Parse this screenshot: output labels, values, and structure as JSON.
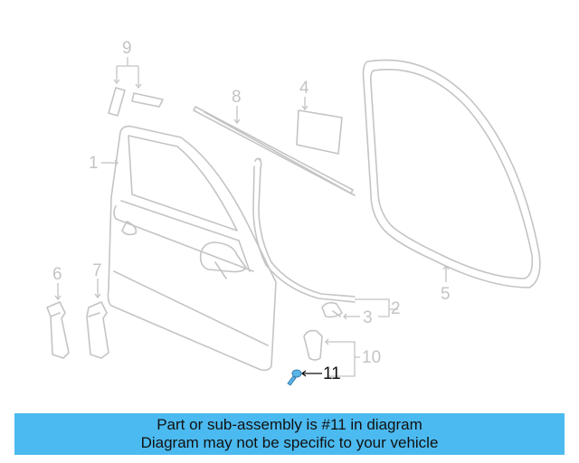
{
  "callouts": {
    "c1": "1",
    "c2": "2",
    "c3": "3",
    "c4": "4",
    "c5": "5",
    "c6": "6",
    "c7": "7",
    "c8": "8",
    "c9": "9",
    "c10": "10",
    "c11": "11"
  },
  "banner": {
    "line1": "Part or sub-assembly is #11 in diagram",
    "line2": "Diagram may not be specific to your vehicle"
  },
  "colors": {
    "banner": "#4bbaf0",
    "highlight_part": "#5ab4e6",
    "line_art": "#c4c4c4",
    "active_label": "#111111"
  }
}
